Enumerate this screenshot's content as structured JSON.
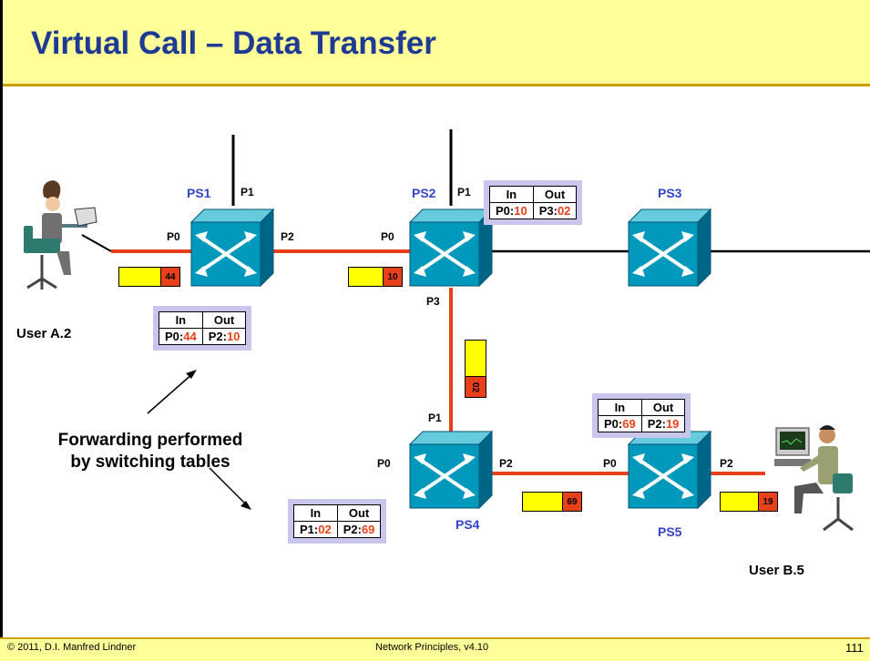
{
  "slide": {
    "title": "Virtual Call – Data Transfer"
  },
  "footer": {
    "copyright": "© 2011, D.I. Manfred Lindner",
    "course": "Network Principles, v4.10",
    "page": "111"
  },
  "switches": [
    {
      "label": "PS1"
    },
    {
      "label": "PS2"
    },
    {
      "label": "PS3"
    },
    {
      "label": "PS4"
    },
    {
      "label": "PS5"
    }
  ],
  "ports": {
    "ps1": {
      "p0": "P0",
      "p1": "P1",
      "p2": "P2"
    },
    "ps2": {
      "p0": "P0",
      "p1": "P1",
      "p3": "P3"
    },
    "ps4": {
      "p0": "P0",
      "p1": "P1",
      "p2": "P2"
    },
    "ps5": {
      "p0": "P0",
      "p2": "P2"
    }
  },
  "users": {
    "a": "User A.2",
    "b": "User B.5"
  },
  "note": {
    "line1": "Forwarding performed",
    "line2": "by switching tables"
  },
  "tables": {
    "ps1": {
      "in_header": "In",
      "out_header": "Out",
      "in_port": "P0:",
      "in_vc": "44",
      "out_port": "P2:",
      "out_vc": "10"
    },
    "ps2": {
      "in_header": "In",
      "out_header": "Out",
      "in_port": "P0:",
      "in_vc": "10",
      "out_port": "P3:",
      "out_vc": "02"
    },
    "ps4": {
      "in_header": "In",
      "out_header": "Out",
      "in_port": "P1:",
      "in_vc": "02",
      "out_port": "P2:",
      "out_vc": "69"
    },
    "ps5": {
      "in_header": "In",
      "out_header": "Out",
      "in_port": "P0:",
      "in_vc": "69",
      "out_port": "P2:",
      "out_vc": "19"
    }
  },
  "packets": {
    "p1": "44",
    "p2": "10",
    "p3": "02",
    "p4": "69",
    "p5": "19"
  },
  "colors": {
    "title_bg": "#ffff99",
    "title_text": "#1f3a93",
    "switch": "#0099bb",
    "link_active": "#e8401a",
    "table_bg": "#c9c6ee"
  }
}
